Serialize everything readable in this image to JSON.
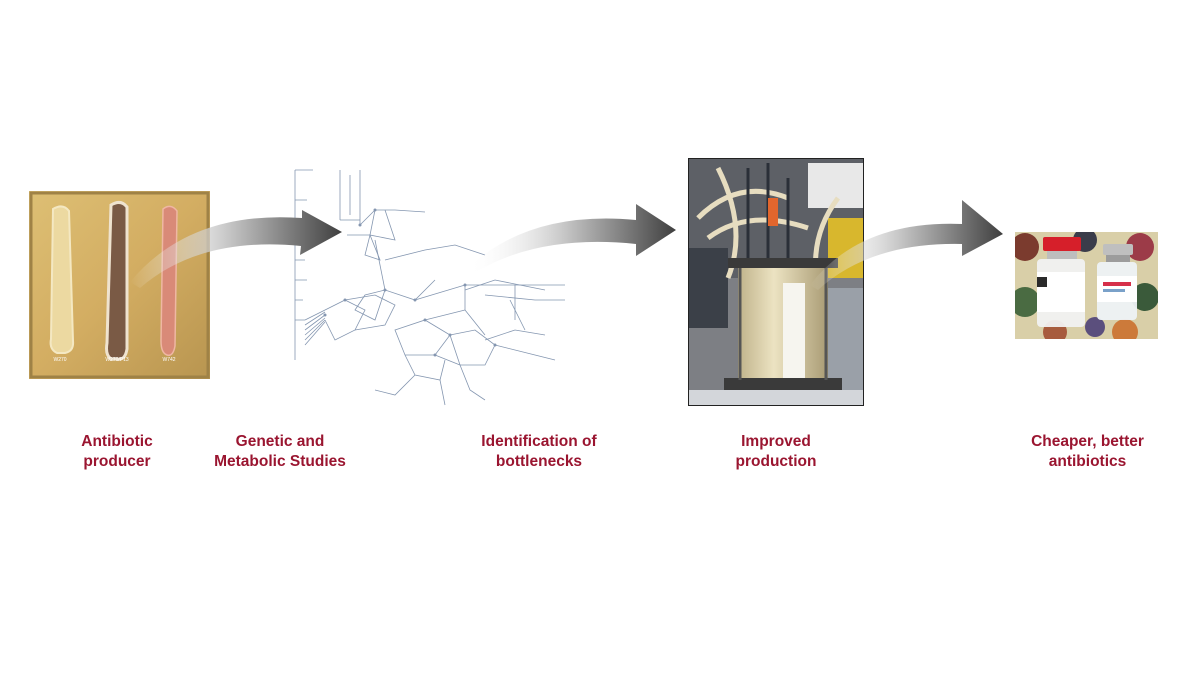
{
  "steps": [
    {
      "label": "Antibiotic\nproducer",
      "image": "agar-plate-cultures"
    },
    {
      "label": "Genetic and\nMetabolic Studies",
      "image": "metabolic-network-map"
    },
    {
      "label": "Identification of\nbottlenecks",
      "image": "arrow-to-bioreactor"
    },
    {
      "label": "Improved\nproduction",
      "image": "bioreactor-photo"
    },
    {
      "label": "Cheaper, better\nantibiotics",
      "image": "antibiotic-vials-photo"
    }
  ],
  "plate_labels": [
    "W270",
    "W270/P13",
    "W742"
  ],
  "colors": {
    "label": "#9a1530",
    "arrow_dark": "#4a4a4a",
    "plate_agar": "#d6b36a",
    "network_line": "#8496b0"
  }
}
